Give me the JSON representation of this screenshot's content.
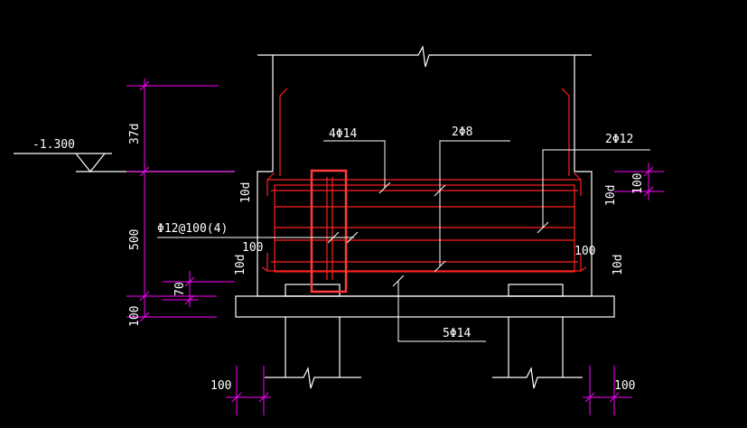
{
  "drawing": {
    "colors": {
      "background": "#000000",
      "outline": "#ffffff",
      "rebar": "#ff2020",
      "dimension": "#ff00ff",
      "highlight": "#ff3b3b"
    },
    "labels": {
      "elevation": "-1.300",
      "rebar_top": "4Φ14",
      "rebar_mid": "2Φ8",
      "rebar_side": "2Φ12",
      "stirrup": "Φ12@100(4)",
      "rebar_bottom": "5Φ14",
      "anchor_37d": "37d",
      "height_500": "500",
      "cover_70": "70",
      "base_100": "100",
      "bend_left_top": "10d",
      "bend_left_bottom": "10d",
      "bend_right_top": "10d",
      "bend_right_bottom": "10d",
      "hook_left": "100",
      "hook_right": "100",
      "dim_right_100": "100",
      "dim_bl_100": "100",
      "dim_br_100": "100"
    }
  }
}
